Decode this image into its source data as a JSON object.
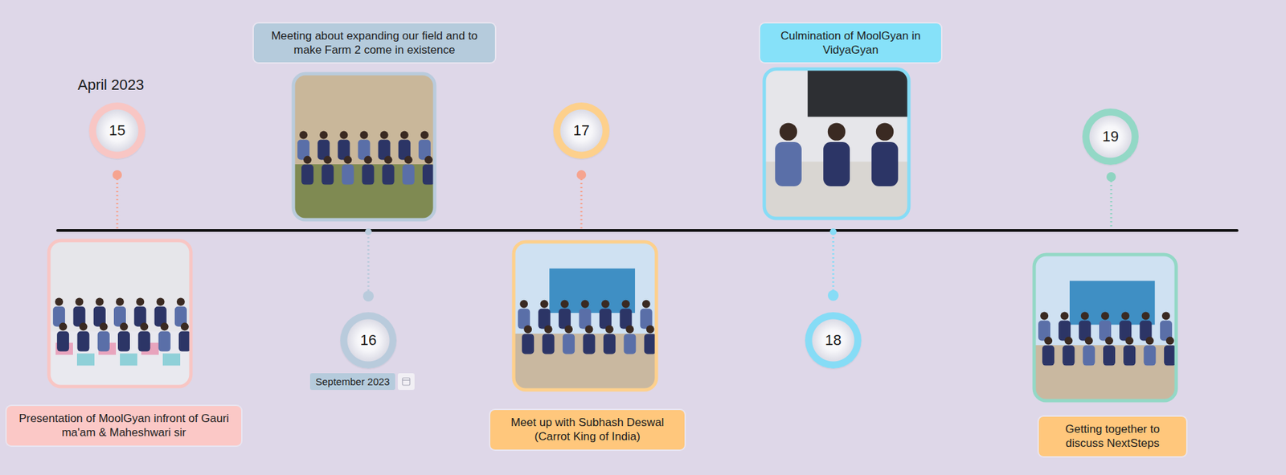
{
  "diagram": {
    "nodes": [
      {
        "text": [
          "15"
        ]
      },
      {
        "text": [
          "Presentation of MoolGyan infront of Gauri ma'am & Maheshwari sir"
        ]
      },
      {
        "text": [
          "Meeting about expanding our field and to make Farm 2 come in existence"
        ]
      },
      {
        "text": [
          "16"
        ]
      },
      {
        "text": [
          "September 2023"
        ]
      },
      {
        "text": [
          "17"
        ]
      },
      {
        "text": [
          "Meet up with Subhash Deswal (Carrot King of India)"
        ]
      },
      {
        "text": [
          "Culmination of MoolGyan in VidyaGyan"
        ]
      },
      {
        "text": [
          "18"
        ]
      },
      {
        "text": [
          "19"
        ]
      },
      {
        "text": [
          "Getting together to discuss NextSteps"
        ]
      }
    ],
    "labels": [
      "April 2023"
    ]
  }
}
